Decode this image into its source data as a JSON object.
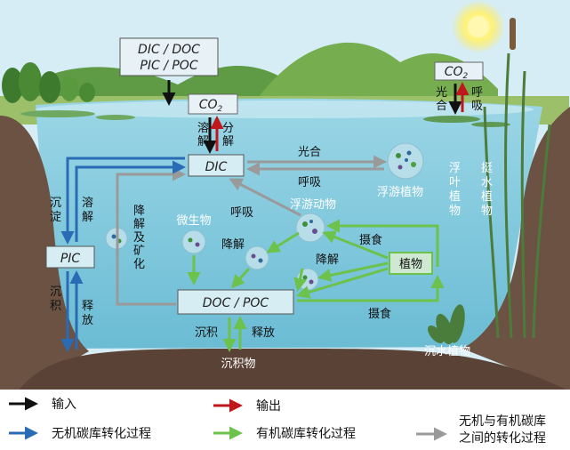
{
  "boxes": {
    "input_top_line1": "DIC / DOC",
    "input_top_line2": "PIC / POC",
    "co2_lake": "CO",
    "co2_lake_sub": "2",
    "co2_right": "CO",
    "co2_right_sub": "2",
    "dic": "DIC",
    "pic": "PIC",
    "doc_poc": "DOC / POC",
    "plants": "植物"
  },
  "labels": {
    "dissolve_top": [
      "溶",
      "解"
    ],
    "decompose_top": [
      "分",
      "解"
    ],
    "photosynthesis_right": [
      "光",
      "合"
    ],
    "respiration_right": [
      "呼",
      "吸"
    ],
    "photosynthesis_mid": "光合",
    "respiration_mid": "呼吸",
    "phytoplankton": "浮游植物",
    "precipitation": [
      "沉",
      "淀"
    ],
    "dissolve_left": [
      "溶",
      "解"
    ],
    "deposition_left": [
      "沉",
      "积"
    ],
    "release_left": [
      "释",
      "放"
    ],
    "degradation_mineralization": [
      "降",
      "解",
      "及",
      "矿",
      "化"
    ],
    "microbes": "微生物",
    "respiration_inner": "呼吸",
    "zooplankton": "浮游动物",
    "degrade_1": "降解",
    "degrade_2": "降解",
    "feeding_1": "摄食",
    "feeding_2": "摄食",
    "deposition_bottom": "沉积",
    "release_bottom": "释放",
    "sediment": "沉积物",
    "floating_leaf_plants": [
      "浮",
      "叶",
      "植",
      "物"
    ],
    "emergent_plants": [
      "挺",
      "水",
      "植",
      "物"
    ],
    "submerged_plants": "沉水植物"
  },
  "legend": {
    "input": "输入",
    "output": "输出",
    "inorganic": "无机碳库转化过程",
    "organic": "有机碳库转化过程",
    "between_line1": "无机与有机碳库",
    "between_line2": "之间的转化过程"
  },
  "colors": {
    "input": "#111111",
    "output": "#c0171d",
    "inorganic": "#2a6bb5",
    "organic": "#6cc24a",
    "between": "#9a9a9a",
    "water": "#7ec8dc",
    "sky": "#cfe9f4",
    "soil": "#6b5243"
  }
}
